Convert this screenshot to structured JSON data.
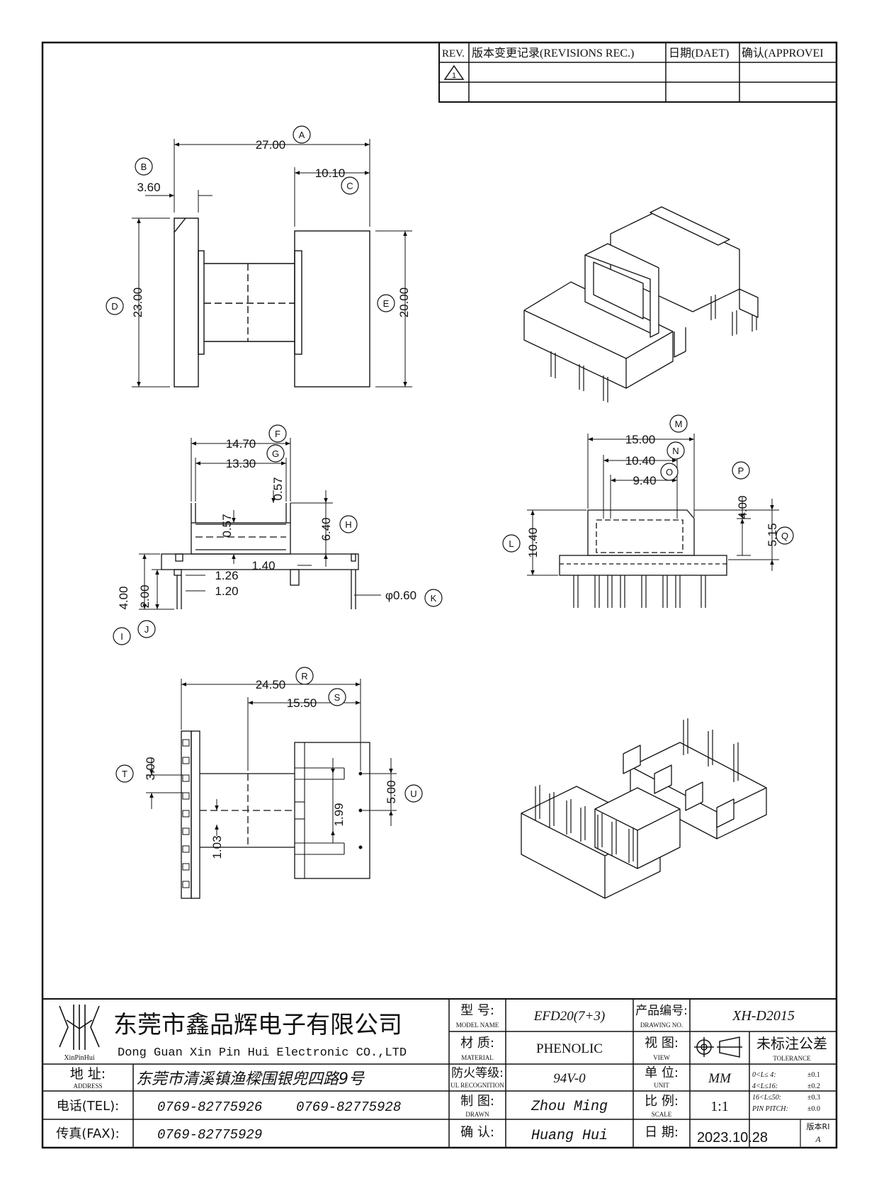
{
  "revisions": {
    "headers": [
      "REV.",
      "版本变更记录(REVISIONS REC.)",
      "日期(DAET)",
      "确认(APPROVEI"
    ],
    "rows": [
      {
        "rev": "1",
        "record": "",
        "date": "",
        "approve": ""
      },
      {
        "rev": "",
        "record": "",
        "date": "",
        "approve": ""
      }
    ]
  },
  "dimensions": {
    "A": "27.00",
    "B": "3.60",
    "C": "10.10",
    "D": "23.00",
    "E": "20.00",
    "F": "14.70",
    "G": "13.30",
    "G_gap": "0.57",
    "H": "6.40",
    "H_gap": "0.57",
    "I": "4.00",
    "J": "2.00",
    "misc_126": "1.26",
    "misc_120": "1.20",
    "misc_140": "1.40",
    "K": "φ0.60",
    "M": "15.00",
    "N": "10.40",
    "O": "9.40",
    "P": "4.00",
    "Q": "5.15",
    "L": "10.40",
    "R": "24.50",
    "S": "15.50",
    "T": "3.00",
    "U": "5.00",
    "misc_199": "1.99",
    "misc_103": "1.03"
  },
  "callouts": [
    "A",
    "B",
    "C",
    "D",
    "E",
    "F",
    "G",
    "H",
    "I",
    "J",
    "K",
    "L",
    "M",
    "N",
    "O",
    "P",
    "Q",
    "R",
    "S",
    "T",
    "U"
  ],
  "title_block": {
    "logo_text": "XinPinHui",
    "company_cn": "东莞市鑫品辉电子有限公司",
    "company_en": "Dong Guan Xin Pin Hui Electronic CO.,LTD",
    "address_label": "地  址:",
    "address_label_en": "ADDRESS",
    "address": "东莞市清溪镇渔樑围银兜四路9号",
    "tel_label": "电话(TEL):",
    "tel1": "0769-82775926",
    "tel2": "0769-82775928",
    "fax_label": "传真(FAX):",
    "fax": "0769-82775929",
    "model_label": "型  号:",
    "model_label_en": "MODEL NAME",
    "model": "EFD20(7+3)",
    "material_label": "材  质:",
    "material_label_en": "MATERIAL",
    "material": "PHENOLIC",
    "ul_label": "防火等级:",
    "ul_label_en": "UL RECOGNITION",
    "ul": "94V-0",
    "drawn_label": "制  图:",
    "drawn_label_en": "DRAWN",
    "drawn": "Zhou Ming",
    "confirm_label": "确  认:",
    "confirm": "Huang Hui",
    "drawing_no_label": "产品编号:",
    "drawing_no_label_en": "DRAWING NO.",
    "drawing_no": "XH-D2015",
    "view_label": "视  图:",
    "view_label_en": "VIEW",
    "unit_label": "单  位:",
    "unit_label_en": "UNIT",
    "unit": "MM",
    "scale_label": "比  例:",
    "scale_label_en": "SCALE",
    "scale": "1:1",
    "date_label": "日  期:",
    "date": "2023.10.28",
    "tolerance_cn": "未标注公差",
    "tolerance_en": "TOLERANCE",
    "tolerances": [
      {
        "range": "0<L≤ 4:",
        "value": "±0.1"
      },
      {
        "range": "4<L≤16:",
        "value": "±0.2"
      },
      {
        "range": "16<L≤50:",
        "value": "±0.3"
      },
      {
        "range": "PIN PITCH:",
        "value": "±0.0"
      }
    ],
    "version_label": "版本RI",
    "version": "A"
  }
}
